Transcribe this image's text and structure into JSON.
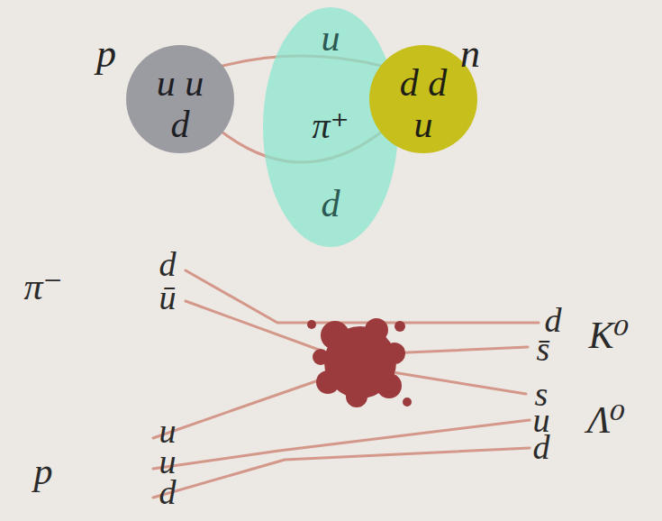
{
  "diagram": {
    "nodes": [
      {
        "text": [
          "p",
          "u u",
          "d"
        ]
      },
      {
        "text": [
          "u",
          "π⁺",
          "d"
        ]
      },
      {
        "text": [
          "n",
          "d d",
          "u"
        ]
      }
    ],
    "edges": [
      {
        "from": 0,
        "to": 2,
        "arrow": "none"
      },
      {
        "from": 0,
        "to": 2,
        "arrow": "none"
      }
    ],
    "labels": [
      "π⁻",
      "d",
      "ū",
      "u",
      "u",
      "d",
      "p",
      "d",
      "s̄",
      "K⁰",
      "s",
      "u",
      "d",
      "Λ⁰"
    ]
  }
}
